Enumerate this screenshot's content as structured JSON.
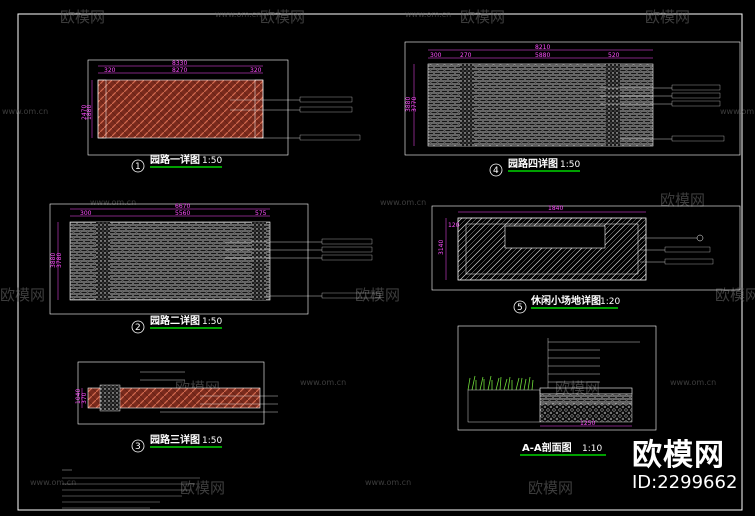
{
  "watermark": {
    "brand": "欧模网",
    "url": "www.om.cn"
  },
  "details": [
    {
      "title": "园路一详图",
      "scale": "1:50",
      "number": "1",
      "dims": [
        "8330",
        "8270",
        "320",
        "320",
        "2470",
        "1880"
      ]
    },
    {
      "title": "园路二详图",
      "scale": "1:50",
      "number": "2",
      "dims": [
        "6670",
        "5560",
        "300",
        "575",
        "3880",
        "3780"
      ]
    },
    {
      "title": "园路三详图",
      "scale": "1:50",
      "number": "3",
      "dims": [
        "1040",
        "370"
      ]
    },
    {
      "title": "园路四详图",
      "scale": "1:50",
      "number": "4",
      "dims": [
        "8210",
        "5880",
        "270",
        "520",
        "300",
        "3880",
        "3770"
      ]
    },
    {
      "title": "休闲小场地详图",
      "scale": "1:20",
      "number": "5",
      "dims": [
        "1840",
        "3140",
        "120"
      ]
    },
    {
      "title": "A-A剖面图",
      "scale": "1:10",
      "number": "",
      "dims": [
        "1250"
      ]
    }
  ],
  "brand": {
    "name": "欧模网",
    "id": "ID:2299662"
  },
  "colors": {
    "background": "#000000",
    "frame": "#ffffff",
    "dimension": "#ff4dff",
    "underline": "#00ff00",
    "brick": "#a0462e",
    "hatch": "#bdbdbd"
  }
}
